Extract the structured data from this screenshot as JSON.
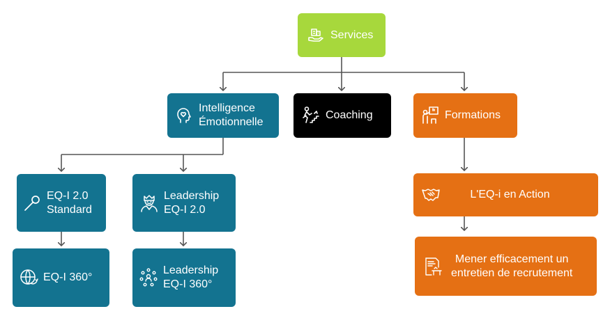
{
  "colors": {
    "root": "#a7d83c",
    "teal": "#137390",
    "orange": "#e57014",
    "coaching": "#000000",
    "connector": "#555555"
  },
  "root": {
    "label": "Services",
    "icon": "building-hand-icon"
  },
  "level1": {
    "intelligence": {
      "label": "Intelligence\nÉmotionnelle",
      "icon": "head-heart-icon"
    },
    "coaching": {
      "label": "Coaching",
      "icon": "climbing-person-icon"
    },
    "formations": {
      "label": "Formations",
      "icon": "presenter-icon"
    }
  },
  "level2": {
    "eqi_standard": {
      "label": "EQ-I 2.0\nStandard",
      "icon": "magnifier-icon"
    },
    "leadership_eqi": {
      "label": "Leadership\nEQ-I 2.0",
      "icon": "leader-icon"
    },
    "eqi_action": {
      "label": "L'EQ-i en Action",
      "icon": "handshake-icon"
    }
  },
  "level3": {
    "eqi_360": {
      "label": "EQ-I 360°",
      "icon": "globe-cycle-icon"
    },
    "leadership_360": {
      "label": "Leadership\nEQ-I 360°",
      "icon": "team-circle-icon"
    },
    "entretien": {
      "label": "Mener efficacement un\nentretien de recrutement",
      "icon": "interview-document-icon"
    }
  }
}
